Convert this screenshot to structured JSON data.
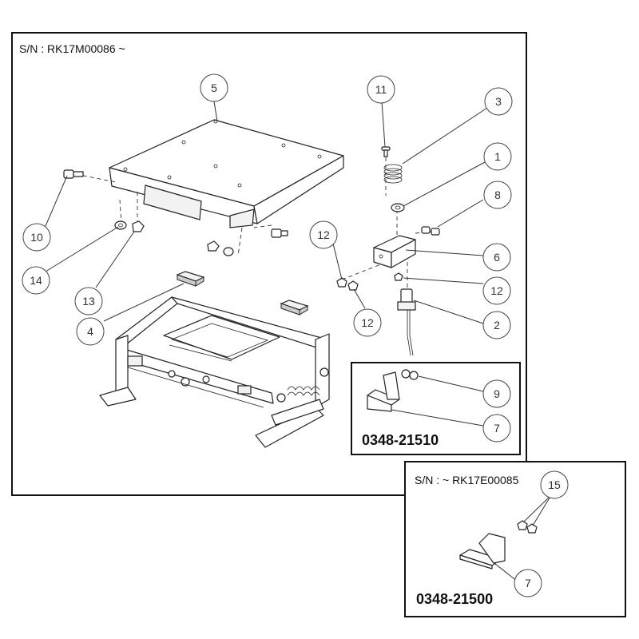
{
  "main": {
    "serial_range": "S/N : RK17M00086 ~"
  },
  "inset_a": {
    "part_number": "0348-21510"
  },
  "inset_b": {
    "serial_range": "S/N : ~ RK17E00085",
    "part_number": "0348-21500"
  },
  "callouts": {
    "c1": "1",
    "c2": "2",
    "c3": "3",
    "c4": "4",
    "c5": "5",
    "c6": "6",
    "c7a": "7",
    "c7b": "7",
    "c8": "8",
    "c9": "9",
    "c10": "10",
    "c11": "11",
    "c12a": "12",
    "c12b": "12",
    "c12c": "12",
    "c13": "13",
    "c14": "14",
    "c15": "15"
  }
}
